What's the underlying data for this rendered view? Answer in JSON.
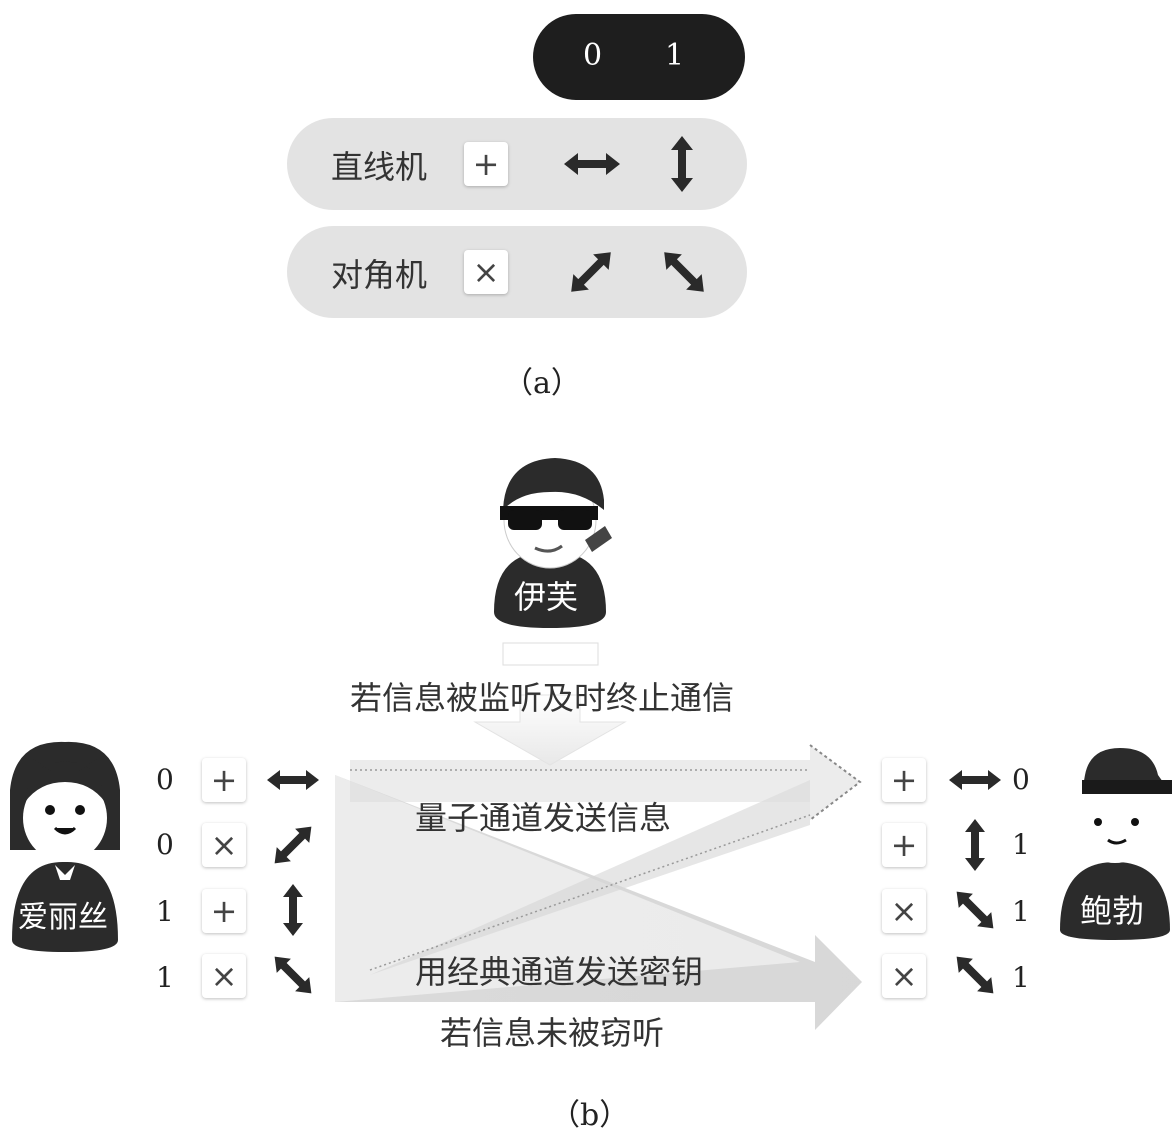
{
  "panel_a": {
    "bit_header": {
      "bit0": "0",
      "bit1": "1"
    },
    "rows": [
      {
        "label": "直线机",
        "symbol": "+"
      },
      {
        "label": "对角机",
        "symbol": "×"
      }
    ],
    "caption": "（a）"
  },
  "panel_b": {
    "eve_name": "伊芙",
    "alice_name": "爱丽丝",
    "bob_name": "鲍勃",
    "eavesdrop_msg": "若信息被监听及时终止通信",
    "quantum_msg": "量子通道发送信息",
    "classic_msg": "用经典通道发送密钥",
    "not_eavesdropped_msg": "若信息未被窃听",
    "alice_rows": [
      {
        "bit": "0",
        "symbol": "+"
      },
      {
        "bit": "0",
        "symbol": "×"
      },
      {
        "bit": "1",
        "symbol": "+"
      },
      {
        "bit": "1",
        "symbol": "×"
      }
    ],
    "bob_rows": [
      {
        "bit": "0",
        "symbol": "+"
      },
      {
        "bit": "1",
        "symbol": "+"
      },
      {
        "bit": "1",
        "symbol": "×"
      },
      {
        "bit": "1",
        "symbol": "×"
      }
    ],
    "caption": "（b）"
  }
}
